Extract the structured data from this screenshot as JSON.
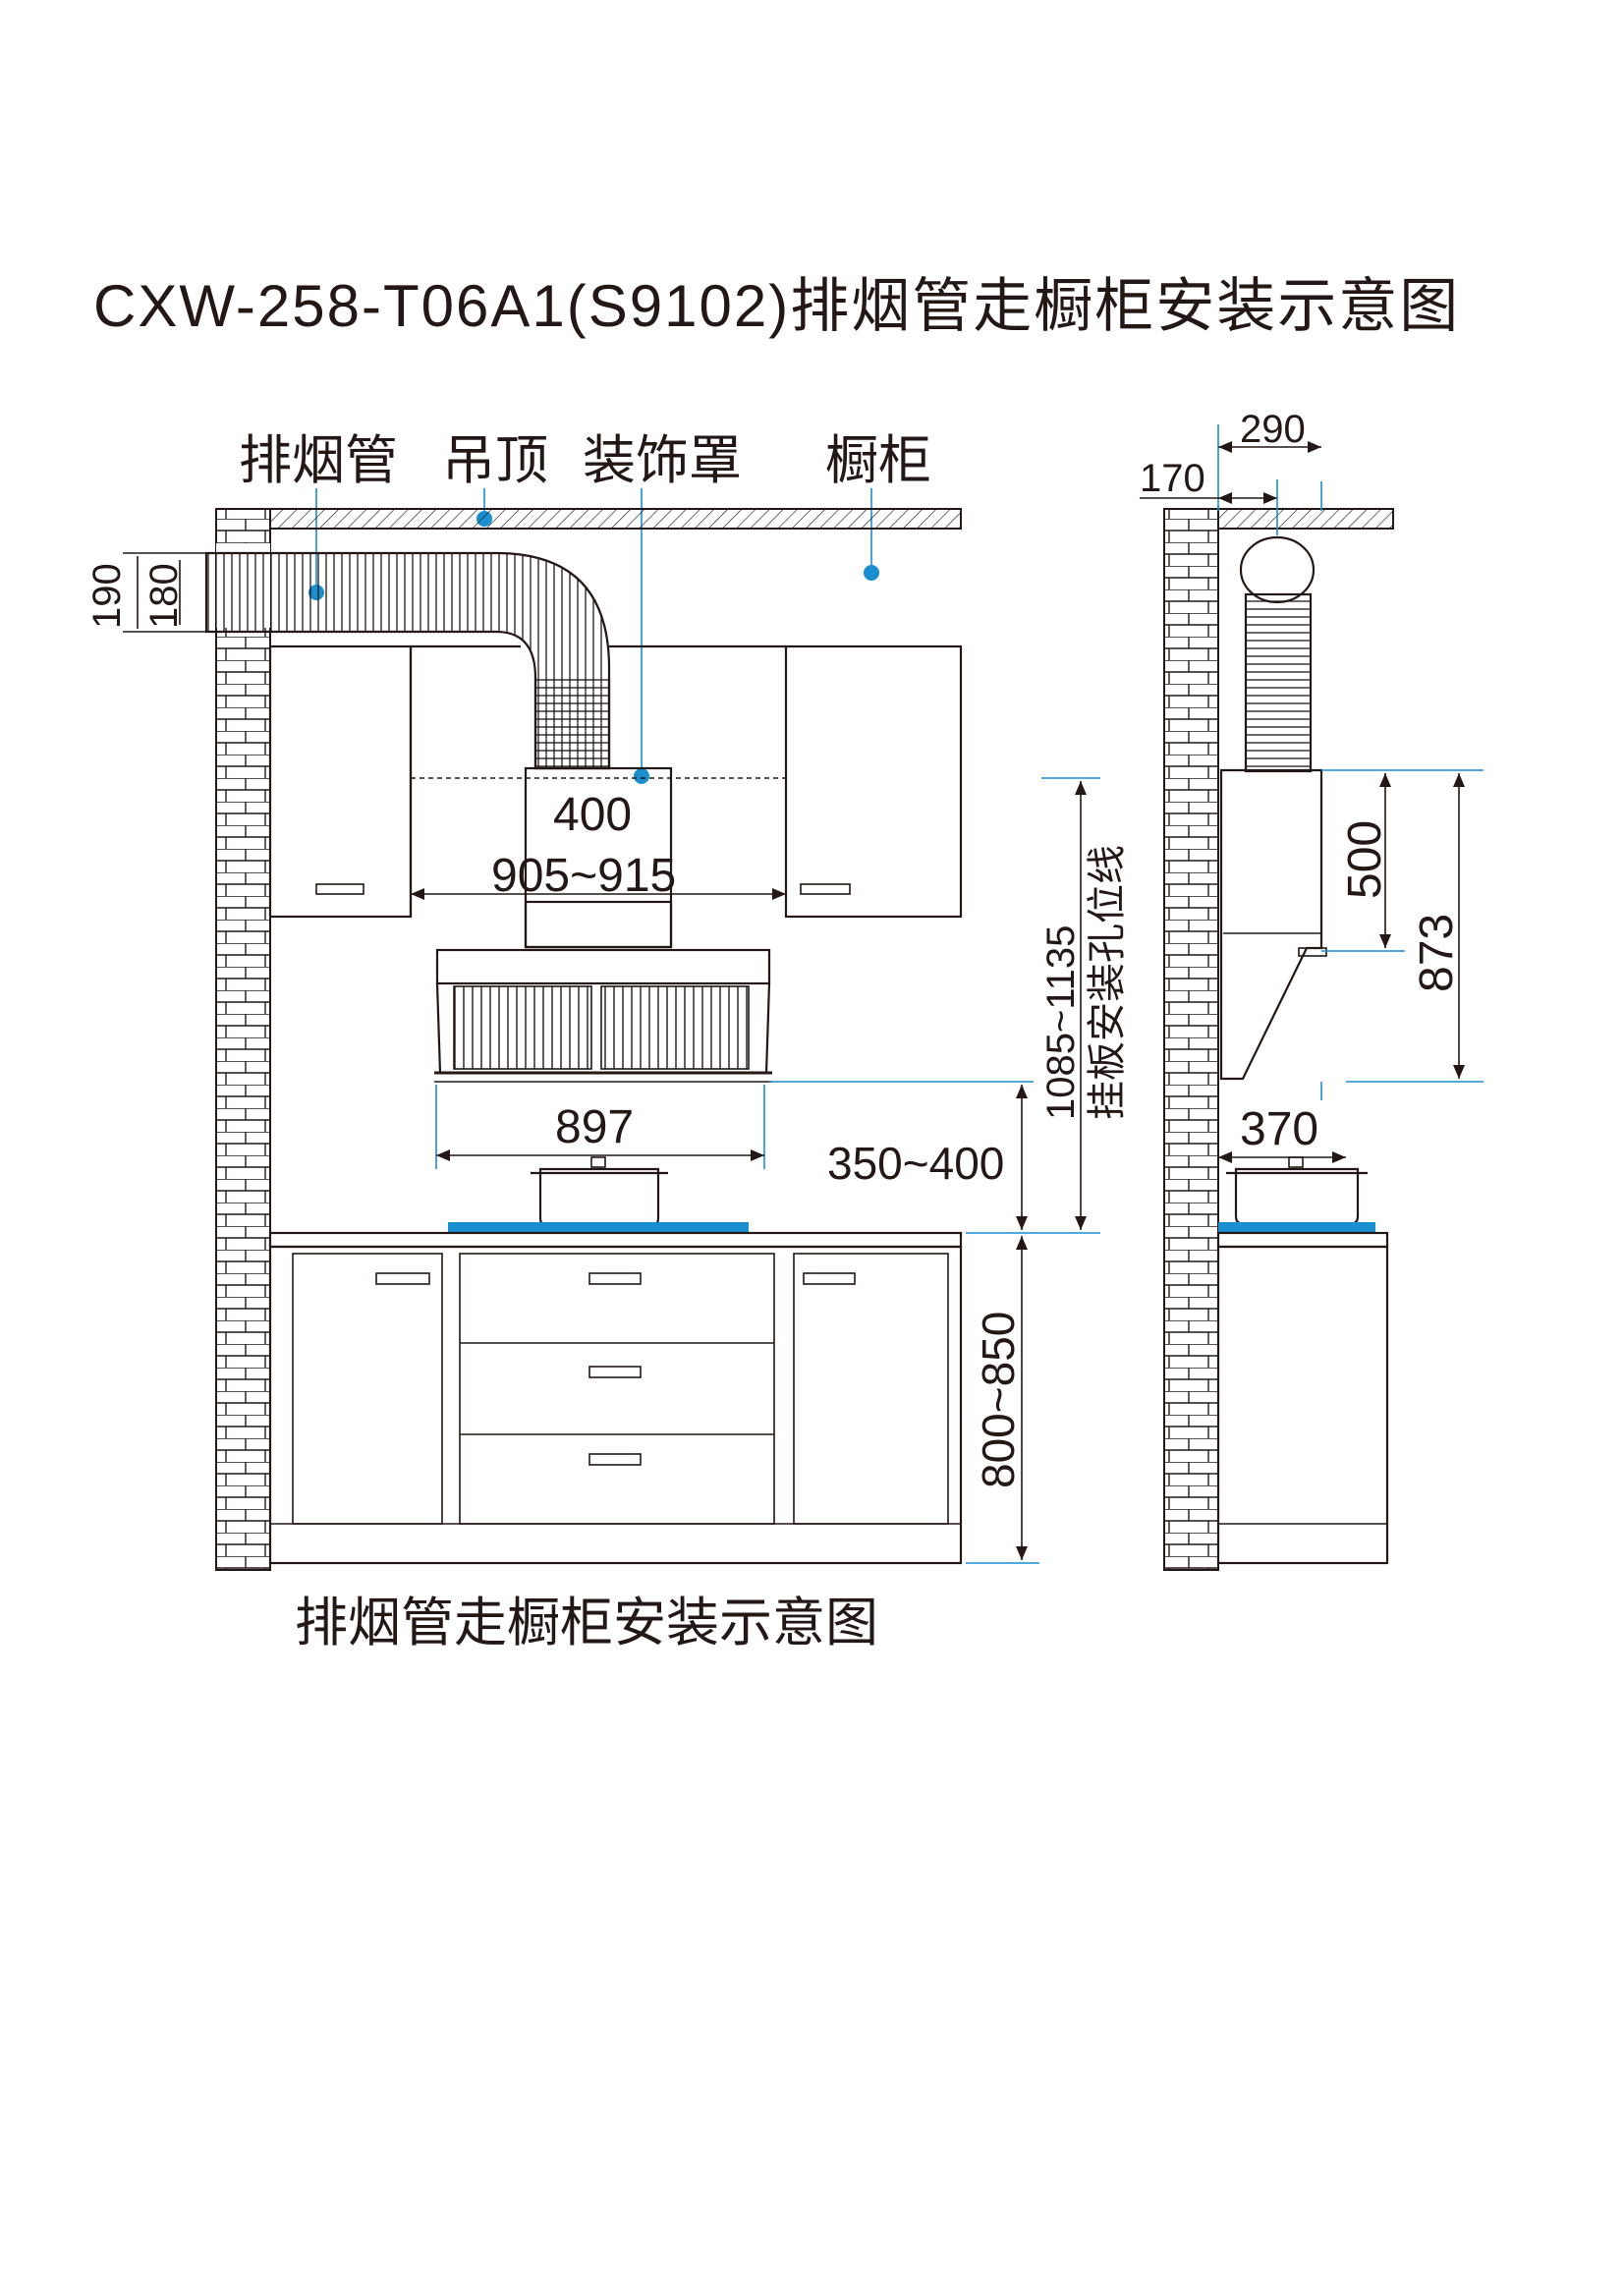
{
  "title": "CXW-258-T06A1(S9102)排烟管走橱柜安装示意图",
  "caption": "排烟管走橱柜安装示意图",
  "labels": {
    "pipe": "排烟管",
    "ceiling": "吊顶",
    "cover": "装饰罩",
    "cabinet": "橱柜",
    "mount_line": "挂板安装孔位线"
  },
  "dimensions": {
    "d190": "190",
    "d180": "180",
    "d400": "400",
    "d905_915": "905~915",
    "d897": "897",
    "d350_400": "350~400",
    "d1085_1135": "1085~1135",
    "d800_850": "800~850",
    "d290": "290",
    "d170": "170",
    "d500": "500",
    "d873": "873",
    "d370": "370"
  },
  "colors": {
    "line": "#231815",
    "accent": "#1a8fd0",
    "stove": "#1a8fd0"
  }
}
